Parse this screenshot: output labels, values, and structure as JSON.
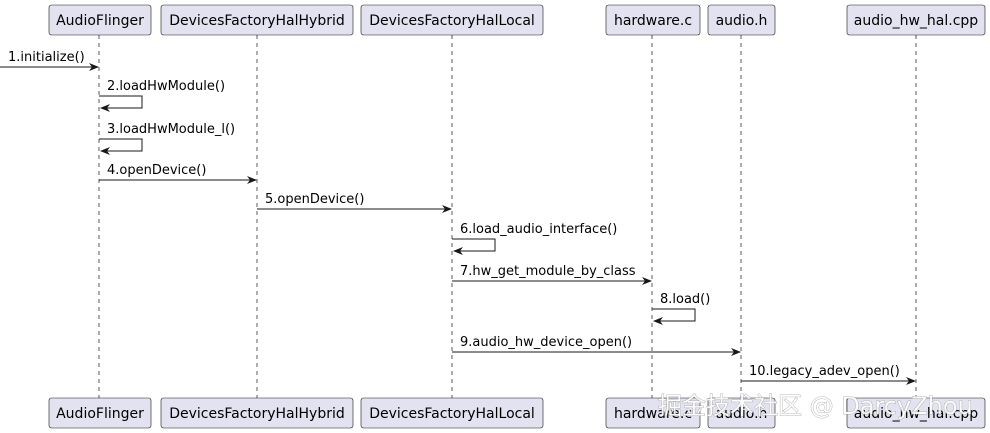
{
  "participants": [
    "AudioFlinger",
    "DevicesFactoryHalHybrid",
    "DevicesFactoryHalLocal",
    "hardware.c",
    "audio.h",
    "audio_hw_hal.cpp"
  ],
  "messages": [
    {
      "label": "1.initialize()",
      "from": -1,
      "to": 0
    },
    {
      "label": "2.loadHwModule()",
      "from": 0,
      "to": 0
    },
    {
      "label": "3.loadHwModule_l()",
      "from": 0,
      "to": 0
    },
    {
      "label": "4.openDevice()",
      "from": 0,
      "to": 1
    },
    {
      "label": "5.openDevice()",
      "from": 1,
      "to": 2
    },
    {
      "label": "6.load_audio_interface()",
      "from": 2,
      "to": 2
    },
    {
      "label": "7.hw_get_module_by_class",
      "from": 2,
      "to": 3
    },
    {
      "label": "8.load()",
      "from": 3,
      "to": 3
    },
    {
      "label": "9.audio_hw_device_open()",
      "from": 2,
      "to": 4
    },
    {
      "label": "10.legacy_adev_open()",
      "from": 4,
      "to": 5
    }
  ],
  "watermark": "掘金技术社区 @ DarcyZhou"
}
